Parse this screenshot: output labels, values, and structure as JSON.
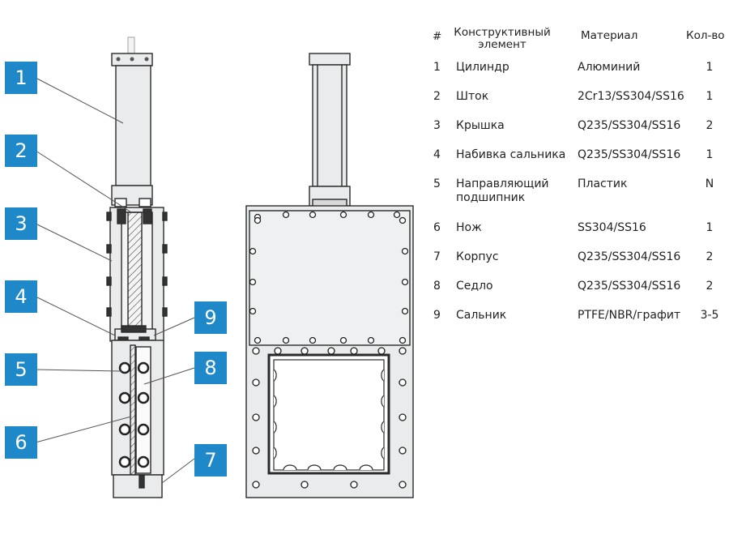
{
  "callouts": [
    "1",
    "2",
    "3",
    "4",
    "5",
    "6",
    "7",
    "8",
    "9"
  ],
  "table": {
    "headers": {
      "num": "#",
      "element_line1": "Конструктивный",
      "element_line2": "элемент",
      "material": "Материал",
      "qty": "Кол-во"
    },
    "rows": [
      {
        "num": "1",
        "element": "Цилиндр",
        "element2": "",
        "material": "Алюминий",
        "qty": "1"
      },
      {
        "num": "2",
        "element": "Шток",
        "element2": "",
        "material": "2Cr13/SS304/SS16",
        "qty": "1"
      },
      {
        "num": "3",
        "element": "Крышка",
        "element2": "",
        "material": "Q235/SS304/SS16",
        "qty": "2"
      },
      {
        "num": "4",
        "element": "Набивка сальника",
        "element2": "",
        "material": "Q235/SS304/SS16",
        "qty": "1"
      },
      {
        "num": "5",
        "element": "Направляющий",
        "element2": "подшипник",
        "material": "Пластик",
        "qty": "N"
      },
      {
        "num": "6",
        "element": "Нож",
        "element2": "",
        "material": "SS304/SS16",
        "qty": "1"
      },
      {
        "num": "7",
        "element": "Корпус",
        "element2": "",
        "material": "Q235/SS304/SS16",
        "qty": "2"
      },
      {
        "num": "8",
        "element": "Седло",
        "element2": "",
        "material": "Q235/SS304/SS16",
        "qty": "2"
      },
      {
        "num": "9",
        "element": "Сальник",
        "element2": "",
        "material": "PTFE/NBR/графит",
        "qty": "3-5"
      }
    ]
  },
  "colors": {
    "callout_bg": "#1e88c8",
    "part_fill": "#e9ebec",
    "outline": "#2a2a2a"
  }
}
